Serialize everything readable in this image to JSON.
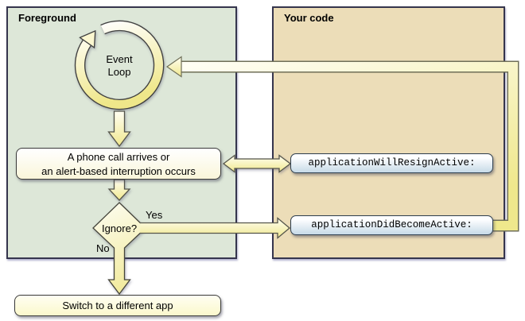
{
  "panels": {
    "foreground": {
      "title": "Foreground"
    },
    "your_code": {
      "title": "Your code"
    }
  },
  "nodes": {
    "event_loop": {
      "label": "Event Loop"
    },
    "interruption": {
      "line1": "A phone call arrives or",
      "line2": "an alert-based interruption occurs"
    },
    "ignore_decision": {
      "label": "Ignore?"
    },
    "switch_app": {
      "label": "Switch to a different app"
    },
    "will_resign_active": {
      "label": "applicationWillResignActive:"
    },
    "did_become_active": {
      "label": "applicationDidBecomeActive:"
    }
  },
  "edges": {
    "yes_label": "Yes",
    "no_label": "No"
  },
  "colors": {
    "foreground_panel": "#dde7d8",
    "your_code_panel": "#ecddb8",
    "arrow_yellow": "#f2ec96",
    "code_box_blue": "#c6dae7",
    "yellow_box": "#fbf8cc",
    "panel_border": "#35354d"
  }
}
